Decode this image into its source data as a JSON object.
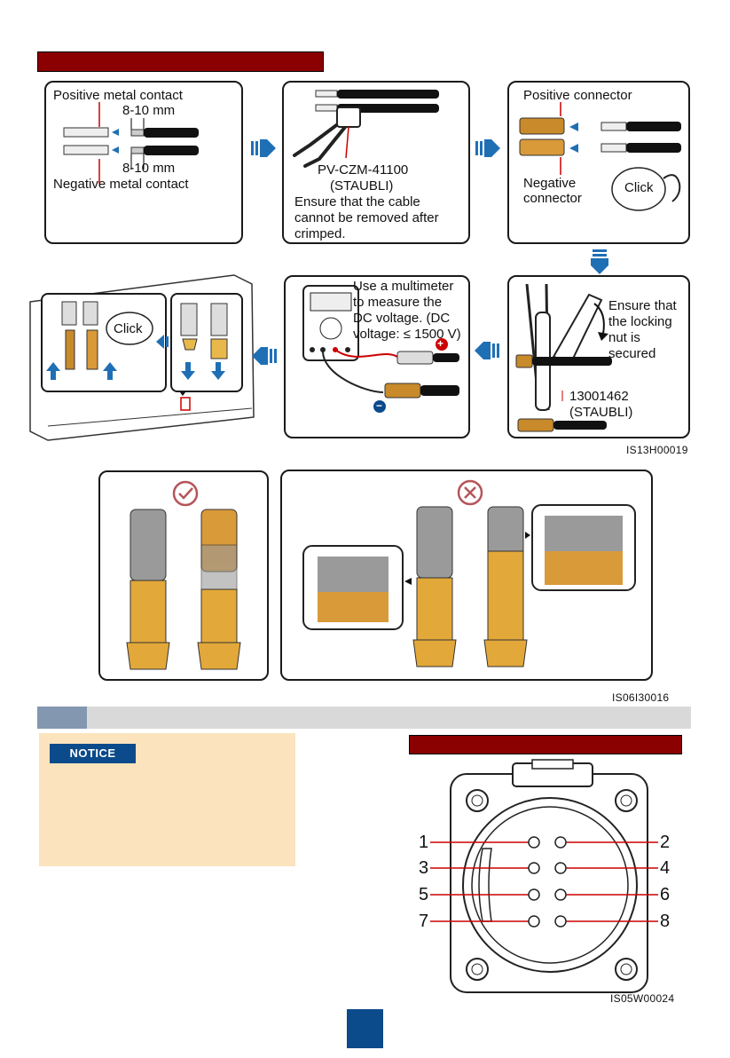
{
  "step1": {
    "positive_contact": "Positive metal contact",
    "strip_top": "8-10 mm",
    "strip_bottom": "8-10 mm",
    "negative_contact": "Negative metal contact"
  },
  "step2": {
    "tool": "PV-CZM-41100",
    "tool_brand": "(STAUBLI)",
    "note_l1": "Ensure that the cable",
    "note_l2": "cannot be removed after",
    "note_l3": "crimped."
  },
  "step3": {
    "positive_connector": "Positive connector",
    "negative_l1": "Negative",
    "negative_l2": "connector",
    "click": "Click"
  },
  "step4": {
    "l1": "Ensure that",
    "l2": "the locking",
    "l3": "nut is",
    "l4": "secured",
    "wrench_code": "13001462",
    "wrench_brand": "(STAUBLI)"
  },
  "step5": {
    "l1": "Use a multimeter",
    "l2": "to measure the",
    "l3": "DC voltage. (DC",
    "l4": "voltage: ≤ 1500 V)",
    "plus": "+",
    "minus": "−"
  },
  "step6": {
    "click": "Click"
  },
  "figure_code_1": "IS13H00019",
  "figure_code_2": "IS06I30016",
  "figure_code_3": "IS05W00024",
  "notice": {
    "badge": "NOTICE"
  },
  "pins": {
    "p1": "1",
    "p2": "2",
    "p3": "3",
    "p4": "4",
    "p5": "5",
    "p6": "6",
    "p7": "7",
    "p8": "8"
  },
  "colors": {
    "banner_red": "#8b0000",
    "arrow_blue": "#1f6fb5",
    "notice_bg": "#fbe3bd",
    "notice_badge": "#0b4a8b",
    "section_grey": "#d9d9d9",
    "section_tab": "#8497b0",
    "page_marker": "#0b4a8b"
  }
}
